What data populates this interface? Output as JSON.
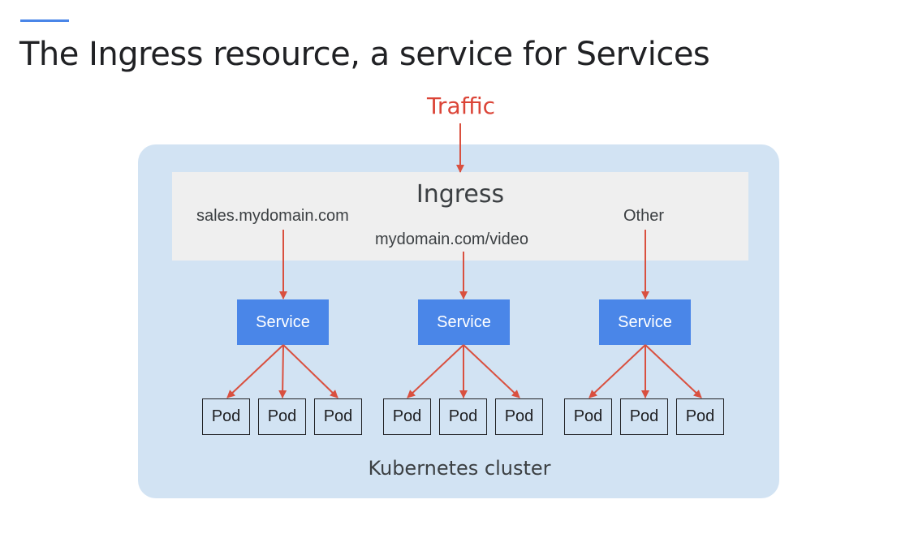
{
  "slide": {
    "title": "The Ingress resource, a service for Services"
  },
  "diagram": {
    "traffic_label": "Traffic",
    "ingress_label": "Ingress",
    "routes": [
      {
        "label": "sales.mydomain.com"
      },
      {
        "label": "mydomain.com/video"
      },
      {
        "label": "Other"
      }
    ],
    "services": [
      {
        "label": "Service"
      },
      {
        "label": "Service"
      },
      {
        "label": "Service"
      }
    ],
    "pods": [
      {
        "label": "Pod"
      },
      {
        "label": "Pod"
      },
      {
        "label": "Pod"
      },
      {
        "label": "Pod"
      },
      {
        "label": "Pod"
      },
      {
        "label": "Pod"
      },
      {
        "label": "Pod"
      },
      {
        "label": "Pod"
      },
      {
        "label": "Pod"
      }
    ],
    "cluster_label": "Kubernetes cluster"
  },
  "colors": {
    "accent": "#4a86e8",
    "traffic": "#db4437",
    "arrow": "#d9503f",
    "cluster_bg": "#d2e3f3",
    "ingress_bg": "#efefef",
    "service_bg": "#4a86e8"
  }
}
